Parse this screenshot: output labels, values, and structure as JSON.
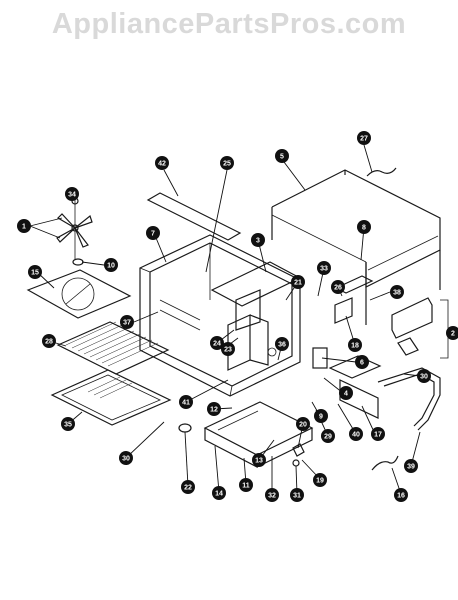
{
  "watermark": "AppliancePartsPros.com",
  "callouts": [
    {
      "id": "c27",
      "label": "27"
    },
    {
      "id": "c42",
      "label": "42"
    },
    {
      "id": "c25",
      "label": "25"
    },
    {
      "id": "c5",
      "label": "5"
    },
    {
      "id": "c34",
      "label": "34"
    },
    {
      "id": "c1",
      "label": "1"
    },
    {
      "id": "c7",
      "label": "7"
    },
    {
      "id": "c3",
      "label": "3"
    },
    {
      "id": "c8",
      "label": "8"
    },
    {
      "id": "c10",
      "label": "10"
    },
    {
      "id": "c15",
      "label": "15"
    },
    {
      "id": "c21",
      "label": "21"
    },
    {
      "id": "c33",
      "label": "33"
    },
    {
      "id": "c26",
      "label": "26"
    },
    {
      "id": "c38",
      "label": "38"
    },
    {
      "id": "c37",
      "label": "37"
    },
    {
      "id": "c28",
      "label": "28"
    },
    {
      "id": "c24",
      "label": "24"
    },
    {
      "id": "c23",
      "label": "23"
    },
    {
      "id": "c36",
      "label": "36"
    },
    {
      "id": "c18",
      "label": "18"
    },
    {
      "id": "c6",
      "label": "6"
    },
    {
      "id": "c2",
      "label": "2"
    },
    {
      "id": "c30a",
      "label": "30"
    },
    {
      "id": "c4",
      "label": "4"
    },
    {
      "id": "c41",
      "label": "41"
    },
    {
      "id": "c12",
      "label": "12"
    },
    {
      "id": "c9",
      "label": "9"
    },
    {
      "id": "c29",
      "label": "29"
    },
    {
      "id": "c40",
      "label": "40"
    },
    {
      "id": "c17",
      "label": "17"
    },
    {
      "id": "c35",
      "label": "35"
    },
    {
      "id": "c20",
      "label": "20"
    },
    {
      "id": "c30b",
      "label": "30"
    },
    {
      "id": "c13",
      "label": "13"
    },
    {
      "id": "c39",
      "label": "39"
    },
    {
      "id": "c22",
      "label": "22"
    },
    {
      "id": "c11",
      "label": "11"
    },
    {
      "id": "c14",
      "label": "14"
    },
    {
      "id": "c32",
      "label": "32"
    },
    {
      "id": "c31",
      "label": "31"
    },
    {
      "id": "c19",
      "label": "19"
    },
    {
      "id": "c16",
      "label": "16"
    }
  ]
}
